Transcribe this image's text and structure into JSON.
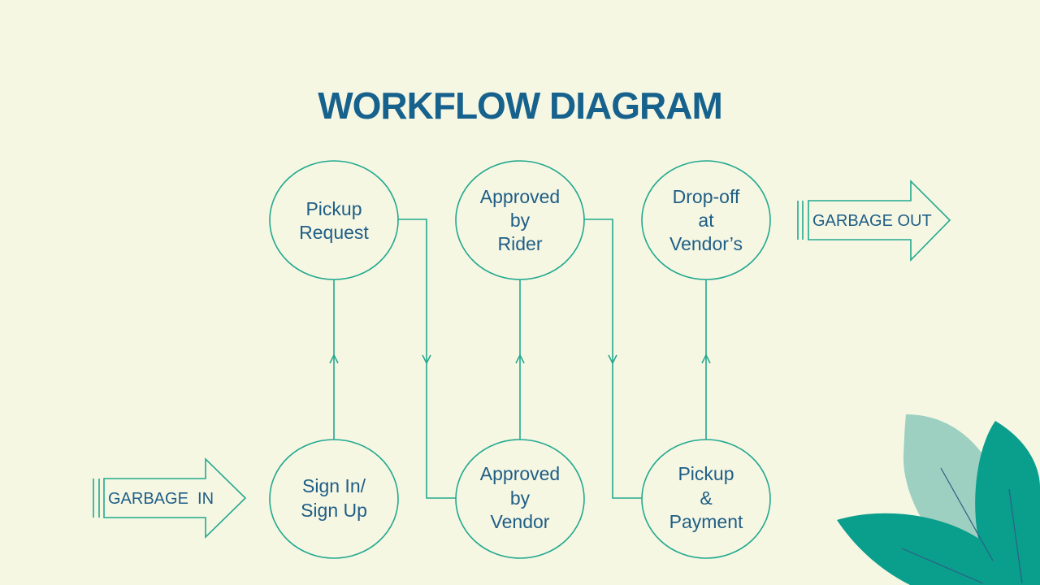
{
  "title": "WORKFLOW DIAGRAM",
  "colors": {
    "background": "#f5f7e3",
    "title": "#17618d",
    "text": "#1f5e86",
    "stroke": "#23a88f",
    "leaf_light": "#9dd0c0",
    "leaf_dark": "#0a9e8c",
    "leaf_vein": "#2d5f87"
  },
  "nodes": {
    "pickup_request": [
      "Pickup",
      "Request"
    ],
    "approved_by_rider": [
      "Approved",
      "by",
      "Rider"
    ],
    "dropoff_at_vendors": [
      "Drop-off",
      "at",
      "Vendor’s"
    ],
    "signin_signup": [
      "Sign In/",
      "Sign Up"
    ],
    "approved_by_vendor": [
      "Approved",
      "by",
      "Vendor"
    ],
    "pickup_payment": [
      "Pickup",
      "&",
      "Payment"
    ]
  },
  "arrows": {
    "garbage_in": "GARBAGE  IN",
    "garbage_out": "GARBAGE OUT"
  },
  "edges": [
    {
      "from": "Sign In/ Sign Up",
      "to": "Pickup Request"
    },
    {
      "from": "Pickup Request",
      "to": "Approved by Vendor"
    },
    {
      "from": "Approved by Vendor",
      "to": "Approved by Rider"
    },
    {
      "from": "Approved by Rider",
      "to": "Pickup & Payment"
    },
    {
      "from": "Pickup & Payment",
      "to": "Drop-off at Vendor’s"
    }
  ]
}
